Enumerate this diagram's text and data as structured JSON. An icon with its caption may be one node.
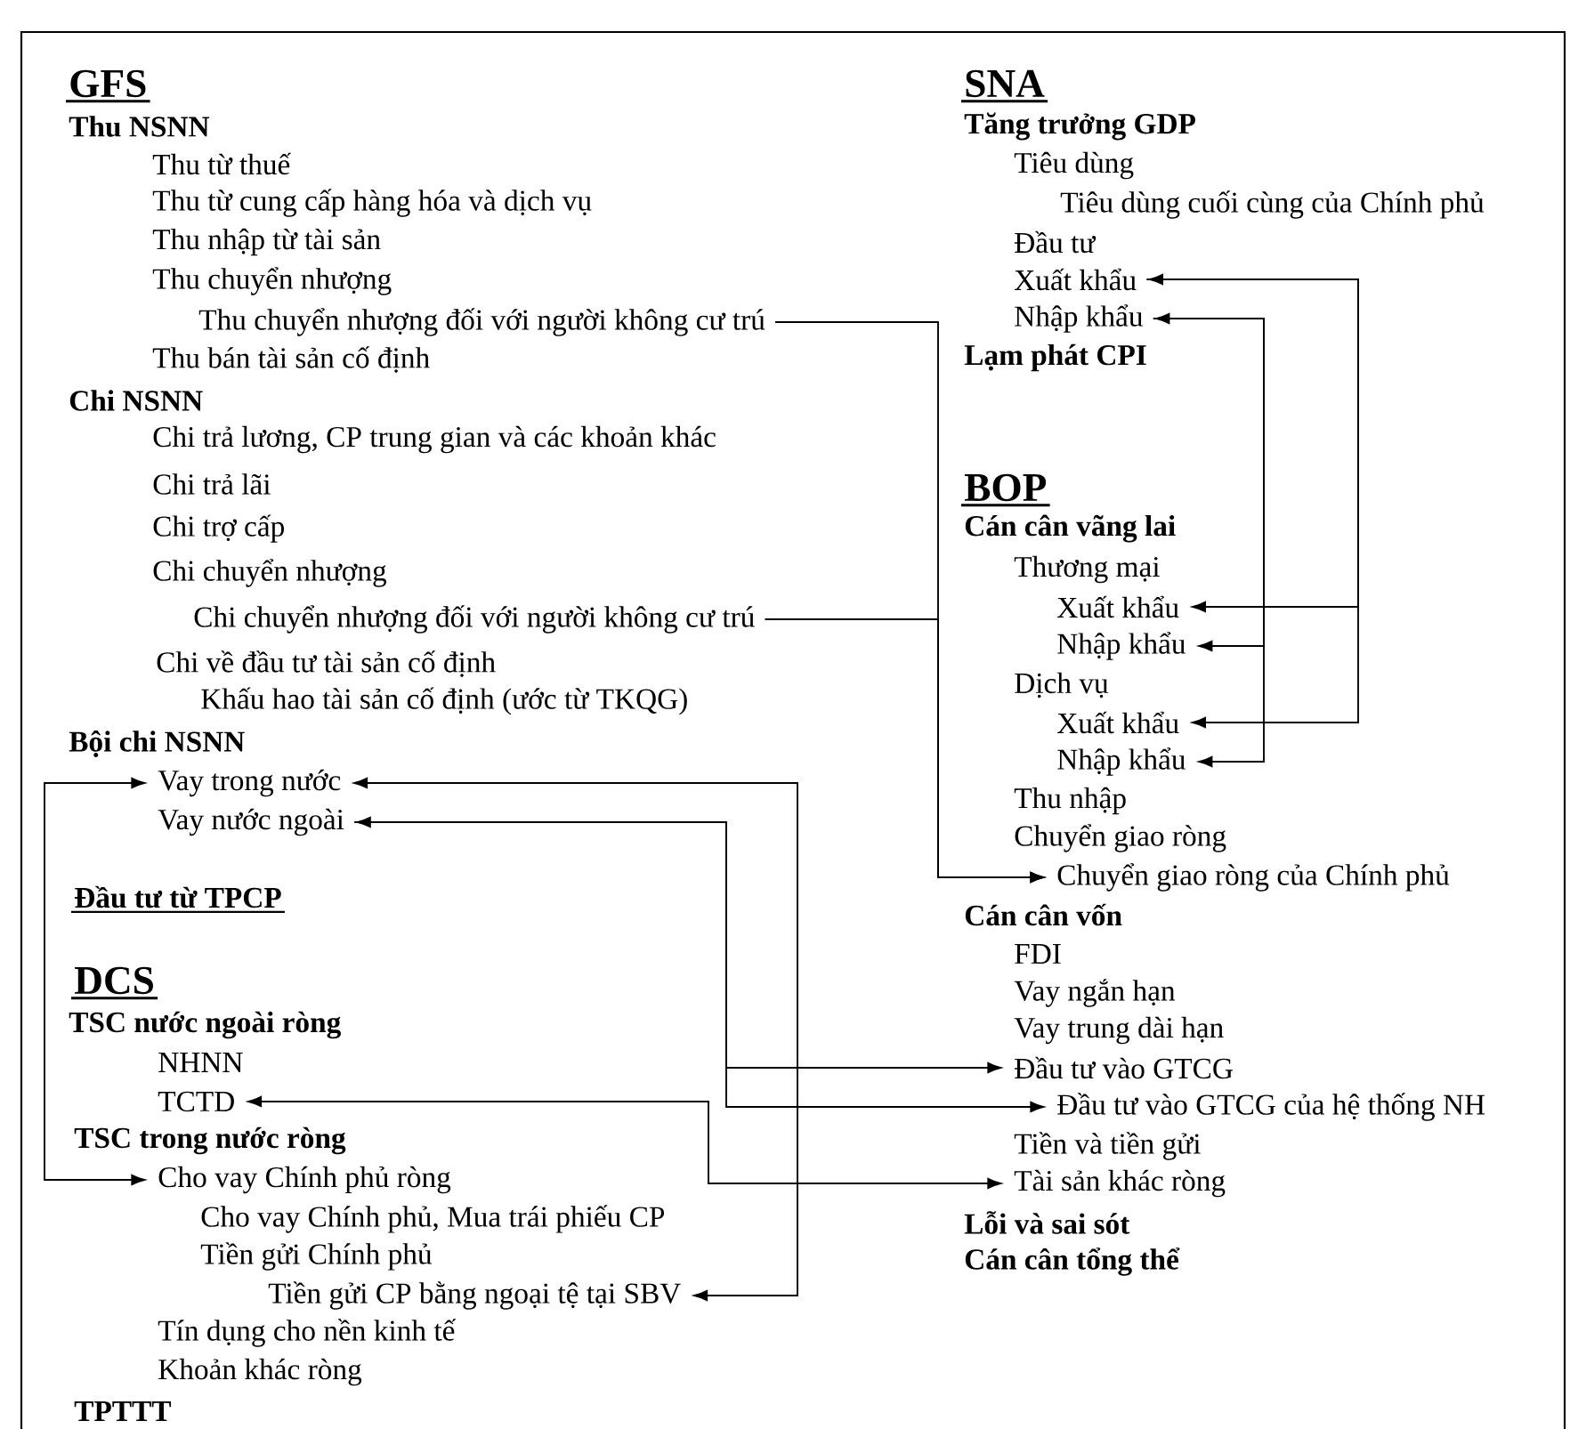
{
  "diagram": {
    "nodes": [
      {
        "text": [
          "GFS"
        ]
      },
      {
        "text": [
          "Thu NSNN"
        ]
      },
      {
        "text": [
          "Thu từ thuế"
        ]
      },
      {
        "text": [
          "Thu từ cung cấp hàng hóa và dịch vụ"
        ]
      },
      {
        "text": [
          "Thu nhập từ tài sản"
        ]
      },
      {
        "text": [
          "Thu chuyển nhượng"
        ]
      },
      {
        "text": [
          "Thu chuyển nhượng đối với người không cư trú"
        ]
      },
      {
        "text": [
          "Thu bán tài sản cố định"
        ]
      },
      {
        "text": [
          "Chi NSNN"
        ]
      },
      {
        "text": [
          "Chi trả lương, CP trung gian và các khoản khác"
        ]
      },
      {
        "text": [
          "Chi trả lãi"
        ]
      },
      {
        "text": [
          "Chi trợ cấp"
        ]
      },
      {
        "text": [
          "Chi chuyển nhượng"
        ]
      },
      {
        "text": [
          "Chi chuyển nhượng đối với người không cư trú"
        ]
      },
      {
        "text": [
          "Chi về đầu tư tài sản cố định"
        ]
      },
      {
        "text": [
          "Khấu hao tài sản cố định (ước từ TKQG)"
        ]
      },
      {
        "text": [
          "Bội chi NSNN"
        ]
      },
      {
        "text": [
          "Vay trong nước"
        ]
      },
      {
        "text": [
          "Vay nước ngoài"
        ]
      },
      {
        "text": [
          "Đầu tư từ TPCP"
        ]
      },
      {
        "text": [
          "DCS"
        ]
      },
      {
        "text": [
          "TSC nước ngoài ròng"
        ]
      },
      {
        "text": [
          "NHNN"
        ]
      },
      {
        "text": [
          "TCTD"
        ]
      },
      {
        "text": [
          "TSC trong nước ròng"
        ]
      },
      {
        "text": [
          "Cho vay Chính phủ ròng"
        ]
      },
      {
        "text": [
          "Cho vay Chính phủ, Mua trái phiếu CP"
        ]
      },
      {
        "text": [
          "Tiền gửi Chính phủ"
        ]
      },
      {
        "text": [
          "Tiền gửi CP bằng ngoại tệ tại SBV"
        ]
      },
      {
        "text": [
          "Tín dụng cho nền kinh tế"
        ]
      },
      {
        "text": [
          "Khoản khác ròng"
        ]
      },
      {
        "text": [
          "TPTTT"
        ]
      },
      {
        "text": [
          "SNA"
        ]
      },
      {
        "text": [
          "Tăng trưởng GDP"
        ]
      },
      {
        "text": [
          "Tiêu dùng"
        ]
      },
      {
        "text": [
          "Tiêu dùng cuối cùng của Chính phủ"
        ]
      },
      {
        "text": [
          "Đầu tư"
        ]
      },
      {
        "text": [
          "Xuất khẩu"
        ]
      },
      {
        "text": [
          "Nhập khẩu"
        ]
      },
      {
        "text": [
          "Lạm phát CPI"
        ]
      },
      {
        "text": [
          "BOP"
        ]
      },
      {
        "text": [
          "Cán cân vãng lai"
        ]
      },
      {
        "text": [
          "Thương mại"
        ]
      },
      {
        "text": [
          "Xuất khẩu"
        ]
      },
      {
        "text": [
          "Nhập khẩu"
        ]
      },
      {
        "text": [
          "Dịch vụ"
        ]
      },
      {
        "text": [
          "Xuất khẩu"
        ]
      },
      {
        "text": [
          "Nhập khẩu"
        ]
      },
      {
        "text": [
          "Thu nhập"
        ]
      },
      {
        "text": [
          "Chuyển giao ròng"
        ]
      },
      {
        "text": [
          "Chuyển giao ròng của Chính phủ"
        ]
      },
      {
        "text": [
          "Cán cân vốn"
        ]
      },
      {
        "text": [
          "FDI"
        ]
      },
      {
        "text": [
          "Vay ngắn hạn"
        ]
      },
      {
        "text": [
          "Vay trung dài hạn"
        ]
      },
      {
        "text": [
          "Đầu tư vào GTCG"
        ]
      },
      {
        "text": [
          "Đầu tư vào GTCG của hệ thống NH"
        ]
      },
      {
        "text": [
          "Tiền và tiền gửi"
        ]
      },
      {
        "text": [
          "Tài sản khác ròng"
        ]
      },
      {
        "text": [
          "Lỗi và sai sót"
        ]
      },
      {
        "text": [
          "Cán cân tổng thể"
        ]
      }
    ],
    "edges": [
      {
        "from": 6,
        "to": 50,
        "arrow": "to"
      },
      {
        "from": 13,
        "to": 50,
        "arrow": "to"
      },
      {
        "from": 37,
        "to": 43,
        "arrow": "both"
      },
      {
        "from": 37,
        "to": 46,
        "arrow": "to"
      },
      {
        "from": 38,
        "to": 44,
        "arrow": "both"
      },
      {
        "from": 38,
        "to": 47,
        "arrow": "to"
      },
      {
        "from": 17,
        "to": 28,
        "arrow": "both"
      },
      {
        "from": 18,
        "to": 55,
        "arrow": "both"
      },
      {
        "from": 18,
        "to": 56,
        "arrow": "to"
      },
      {
        "from": 23,
        "to": 58,
        "arrow": "both"
      },
      {
        "from": 17,
        "to": 25,
        "arrow": "both"
      }
    ]
  }
}
